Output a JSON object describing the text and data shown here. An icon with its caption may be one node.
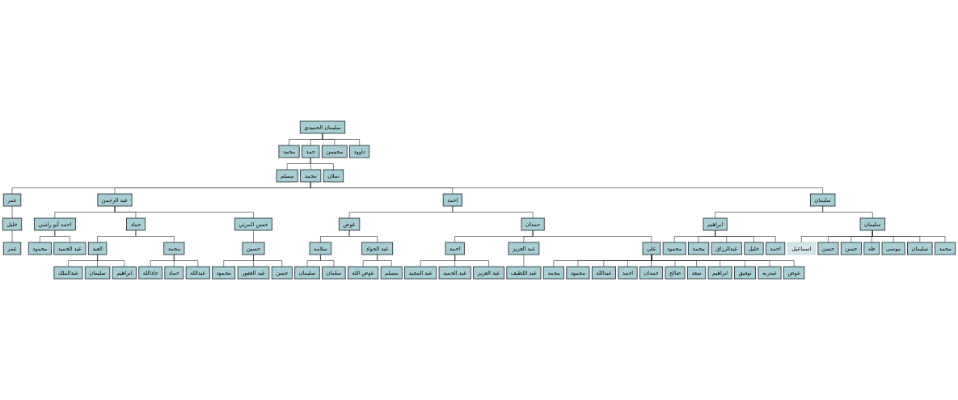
{
  "diagram": {
    "nodes": [
      {
        "text": [
          "سليمان الحميدي"
        ]
      },
      {
        "text": [
          "محمد"
        ]
      },
      {
        "text": [
          "حمد"
        ]
      },
      {
        "text": [
          "محيسن"
        ]
      },
      {
        "text": [
          "داوود"
        ]
      },
      {
        "text": [
          "مسلم"
        ]
      },
      {
        "text": [
          "محمد"
        ]
      },
      {
        "text": [
          "نملان"
        ]
      },
      {
        "text": [
          "عمر"
        ]
      },
      {
        "text": [
          "عبد الرحمن"
        ]
      },
      {
        "text": [
          "احمد"
        ]
      },
      {
        "text": [
          "سليمان"
        ]
      },
      {
        "text": [
          "خليل"
        ]
      },
      {
        "text": [
          "عمر"
        ]
      },
      {
        "text": [
          "احمد أبو راشي"
        ]
      },
      {
        "text": [
          "حماد"
        ]
      },
      {
        "text": [
          "حسن المرتي"
        ]
      },
      {
        "text": [
          "محمود"
        ]
      },
      {
        "text": [
          "عبد الحميد"
        ]
      },
      {
        "text": [
          "العبد"
        ]
      },
      {
        "text": [
          "محمد"
        ]
      },
      {
        "text": [
          "عبدالملك"
        ]
      },
      {
        "text": [
          "سليمان"
        ]
      },
      {
        "text": [
          "ابراهيم"
        ]
      },
      {
        "text": [
          "جادالله"
        ]
      },
      {
        "text": [
          "حماد"
        ]
      },
      {
        "text": [
          "عبدالله"
        ]
      },
      {
        "text": [
          "حسين"
        ]
      },
      {
        "text": [
          "محمود"
        ]
      },
      {
        "text": [
          "عبد الغفور"
        ]
      },
      {
        "text": [
          "حسن"
        ]
      },
      {
        "text": [
          "عوض"
        ]
      },
      {
        "text": [
          "حمدان"
        ]
      },
      {
        "text": [
          "سلامه"
        ]
      },
      {
        "text": [
          "عبد الجواد"
        ]
      },
      {
        "text": [
          "سليمان"
        ]
      },
      {
        "text": [
          "سلمان"
        ]
      },
      {
        "text": [
          "عوض الله"
        ]
      },
      {
        "text": [
          "مسلم"
        ]
      },
      {
        "text": [
          "احمد"
        ]
      },
      {
        "text": [
          "عبد العزيز"
        ]
      },
      {
        "text": [
          "علي"
        ]
      },
      {
        "text": [
          "عبد المجيد"
        ]
      },
      {
        "text": [
          "عبد الحميد"
        ]
      },
      {
        "text": [
          "عبد العزيز"
        ]
      },
      {
        "text": [
          "عبد اللطيف"
        ]
      },
      {
        "text": [
          "محمد"
        ]
      },
      {
        "text": [
          "محمود"
        ]
      },
      {
        "text": [
          "عبدالله"
        ]
      },
      {
        "text": [
          "احمد"
        ]
      },
      {
        "text": [
          "حمدان"
        ]
      },
      {
        "text": [
          "صالح"
        ]
      },
      {
        "text": [
          "سعد"
        ]
      },
      {
        "text": [
          "ابراهيم"
        ]
      },
      {
        "text": [
          "توفيق"
        ]
      },
      {
        "text": [
          "عبدربه"
        ]
      },
      {
        "text": [
          "عوض"
        ]
      },
      {
        "text": [
          "ابراهيم"
        ]
      },
      {
        "text": [
          "سليمان"
        ]
      },
      {
        "text": [
          "محمود"
        ]
      },
      {
        "text": [
          "محمد"
        ]
      },
      {
        "text": [
          "عبدالرزاق"
        ]
      },
      {
        "text": [
          "خليل"
        ]
      },
      {
        "text": [
          "احمد"
        ]
      },
      {
        "text": [
          "اسماعيل"
        ]
      },
      {
        "text": [
          "حسن"
        ]
      },
      {
        "text": [
          "حسن"
        ]
      },
      {
        "text": [
          "طه"
        ]
      },
      {
        "text": [
          "موسى"
        ]
      },
      {
        "text": [
          "سليمان"
        ]
      },
      {
        "text": [
          "محمد"
        ]
      }
    ],
    "edges": [
      {
        "from": 0,
        "to": 1,
        "arrow": "none"
      },
      {
        "from": 0,
        "to": 2,
        "arrow": "none"
      },
      {
        "from": 0,
        "to": 3,
        "arrow": "none"
      },
      {
        "from": 0,
        "to": 4,
        "arrow": "none"
      },
      {
        "from": 2,
        "to": 5,
        "arrow": "none"
      },
      {
        "from": 2,
        "to": 6,
        "arrow": "none"
      },
      {
        "from": 2,
        "to": 7,
        "arrow": "none"
      },
      {
        "from": 6,
        "to": 8,
        "arrow": "none"
      },
      {
        "from": 6,
        "to": 9,
        "arrow": "none"
      },
      {
        "from": 6,
        "to": 10,
        "arrow": "none"
      },
      {
        "from": 6,
        "to": 11,
        "arrow": "none"
      },
      {
        "from": 8,
        "to": 12,
        "arrow": "none"
      },
      {
        "from": 12,
        "to": 13,
        "arrow": "none"
      },
      {
        "from": 9,
        "to": 14,
        "arrow": "none"
      },
      {
        "from": 9,
        "to": 15,
        "arrow": "none"
      },
      {
        "from": 9,
        "to": 16,
        "arrow": "none"
      },
      {
        "from": 14,
        "to": 17,
        "arrow": "none"
      },
      {
        "from": 14,
        "to": 18,
        "arrow": "none"
      },
      {
        "from": 15,
        "to": 19,
        "arrow": "none"
      },
      {
        "from": 15,
        "to": 20,
        "arrow": "none"
      },
      {
        "from": 19,
        "to": 21,
        "arrow": "none"
      },
      {
        "from": 19,
        "to": 22,
        "arrow": "none"
      },
      {
        "from": 19,
        "to": 23,
        "arrow": "none"
      },
      {
        "from": 20,
        "to": 24,
        "arrow": "none"
      },
      {
        "from": 20,
        "to": 25,
        "arrow": "none"
      },
      {
        "from": 20,
        "to": 26,
        "arrow": "none"
      },
      {
        "from": 16,
        "to": 27,
        "arrow": "none"
      },
      {
        "from": 27,
        "to": 28,
        "arrow": "none"
      },
      {
        "from": 27,
        "to": 29,
        "arrow": "none"
      },
      {
        "from": 27,
        "to": 30,
        "arrow": "none"
      },
      {
        "from": 10,
        "to": 31,
        "arrow": "none"
      },
      {
        "from": 10,
        "to": 32,
        "arrow": "none"
      },
      {
        "from": 31,
        "to": 33,
        "arrow": "none"
      },
      {
        "from": 31,
        "to": 34,
        "arrow": "none"
      },
      {
        "from": 33,
        "to": 35,
        "arrow": "none"
      },
      {
        "from": 33,
        "to": 36,
        "arrow": "none"
      },
      {
        "from": 34,
        "to": 37,
        "arrow": "none"
      },
      {
        "from": 34,
        "to": 38,
        "arrow": "none"
      },
      {
        "from": 32,
        "to": 39,
        "arrow": "none"
      },
      {
        "from": 32,
        "to": 40,
        "arrow": "none"
      },
      {
        "from": 32,
        "to": 41,
        "arrow": "none"
      },
      {
        "from": 39,
        "to": 42,
        "arrow": "none"
      },
      {
        "from": 39,
        "to": 43,
        "arrow": "none"
      },
      {
        "from": 39,
        "to": 44,
        "arrow": "none"
      },
      {
        "from": 40,
        "to": 45,
        "arrow": "none"
      },
      {
        "from": 41,
        "to": 46,
        "arrow": "none"
      },
      {
        "from": 41,
        "to": 47,
        "arrow": "none"
      },
      {
        "from": 41,
        "to": 48,
        "arrow": "none"
      },
      {
        "from": 41,
        "to": 49,
        "arrow": "none"
      },
      {
        "from": 41,
        "to": 50,
        "arrow": "none"
      },
      {
        "from": 41,
        "to": 51,
        "arrow": "none"
      },
      {
        "from": 41,
        "to": 52,
        "arrow": "none"
      },
      {
        "from": 41,
        "to": 53,
        "arrow": "none"
      },
      {
        "from": 41,
        "to": 54,
        "arrow": "none"
      },
      {
        "from": 41,
        "to": 55,
        "arrow": "none"
      },
      {
        "from": 41,
        "to": 56,
        "arrow": "none"
      },
      {
        "from": 11,
        "to": 57,
        "arrow": "none"
      },
      {
        "from": 11,
        "to": 58,
        "arrow": "none"
      },
      {
        "from": 57,
        "to": 59,
        "arrow": "none"
      },
      {
        "from": 57,
        "to": 60,
        "arrow": "none"
      },
      {
        "from": 57,
        "to": 61,
        "arrow": "none"
      },
      {
        "from": 57,
        "to": 62,
        "arrow": "none"
      },
      {
        "from": 57,
        "to": 63,
        "arrow": "none"
      },
      {
        "from": 58,
        "to": 64,
        "arrow": "none"
      },
      {
        "from": 58,
        "to": 65,
        "arrow": "none"
      },
      {
        "from": 58,
        "to": 66,
        "arrow": "none"
      },
      {
        "from": 58,
        "to": 67,
        "arrow": "none"
      },
      {
        "from": 58,
        "to": 68,
        "arrow": "none"
      },
      {
        "from": 58,
        "to": 69,
        "arrow": "none"
      },
      {
        "from": 58,
        "to": 70,
        "arrow": "none"
      }
    ]
  }
}
